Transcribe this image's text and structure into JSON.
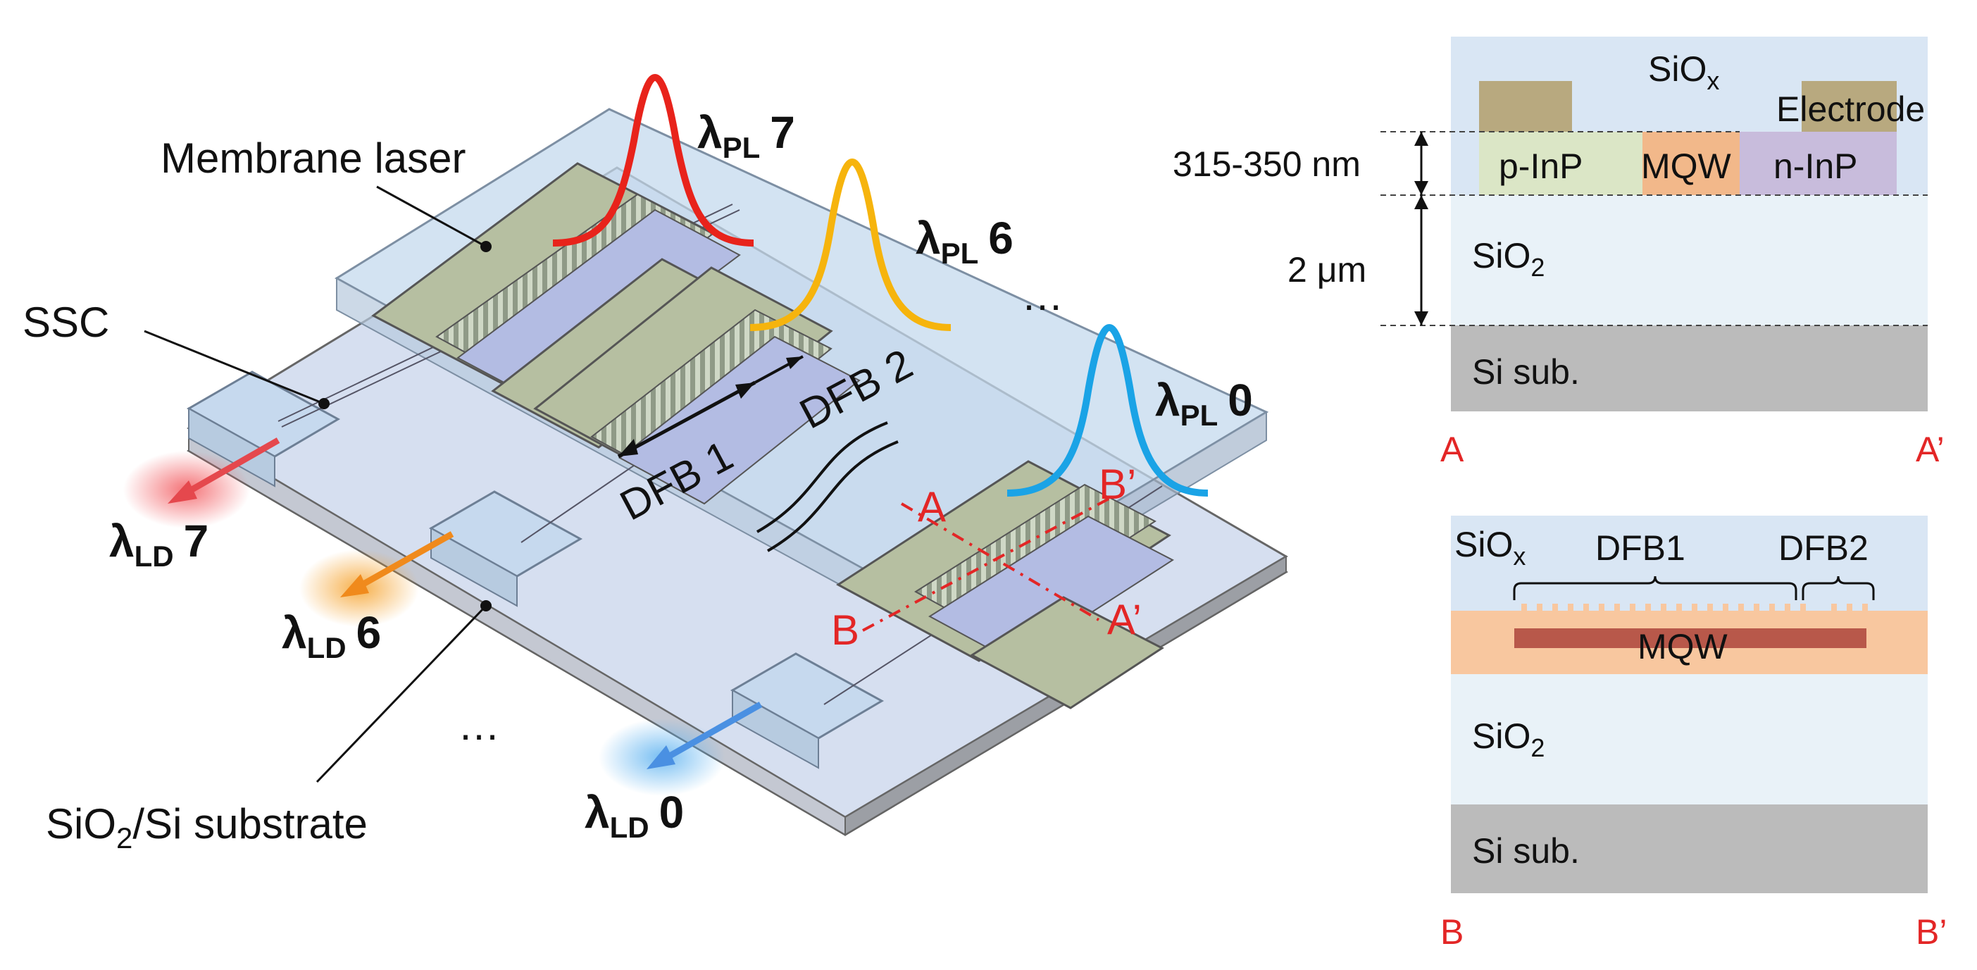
{
  "left": {
    "membrane_laser": "Membrane laser",
    "ssc": "SSC",
    "dfb1": "DFB 1",
    "dfb2": "DFB 2",
    "section_a": "A",
    "section_a_prime": "A’",
    "section_b": "B",
    "section_b_prime": "B’",
    "substrate_prefix": "SiO",
    "substrate_sub": "2",
    "substrate_suffix": "/Si substrate",
    "ellipsis": "…",
    "lambda": "λ",
    "pl_sub": "PL",
    "ld_sub": "LD",
    "pl_labels": [
      "7",
      "6",
      "0"
    ],
    "ld_labels": [
      "7",
      "6",
      "0"
    ]
  },
  "colors": {
    "ch7": "#e8231b",
    "ch6": "#f6b40d",
    "ch0": "#1aa3e6",
    "ld7": "#e5484d",
    "ld6": "#f08a1c",
    "ld0": "#4a90e2",
    "section": "#e32626"
  },
  "section_aa": {
    "siox_prefix": "SiO",
    "siox_sub": "x",
    "electrode": "Electrode",
    "thickness": "315-350 nm",
    "pinp": "p-InP",
    "mqw": "MQW",
    "ninp": "n-InP",
    "oxide_thickness": "2 μm",
    "sio2_prefix": "SiO",
    "sio2_sub": "2",
    "si_sub": "Si sub.",
    "left_label": "A",
    "right_label": "A’"
  },
  "section_bb": {
    "siox_prefix": "SiO",
    "siox_sub": "x",
    "dfb1": "DFB1",
    "dfb2": "DFB2",
    "mqw": "MQW",
    "sio2_prefix": "SiO",
    "sio2_sub": "2",
    "si_sub": "Si sub.",
    "left_label": "B",
    "right_label": "B’"
  }
}
